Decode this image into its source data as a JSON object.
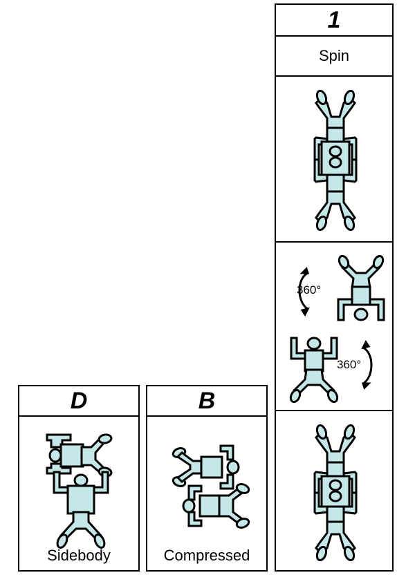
{
  "columns": [
    {
      "id": "D",
      "header": "D",
      "caption": "Sidebody"
    },
    {
      "id": "B",
      "header": "B",
      "caption": "Compressed"
    },
    {
      "id": "1",
      "header": "1",
      "name": "Spin",
      "rotations": [
        "360°",
        "360°"
      ]
    }
  ],
  "colors": {
    "figure_fill": "#c6e7e7",
    "outline": "#000000",
    "background": "#ffffff"
  },
  "icons": [
    "skydiver-figure-icon",
    "rotation-arrow-icon"
  ]
}
